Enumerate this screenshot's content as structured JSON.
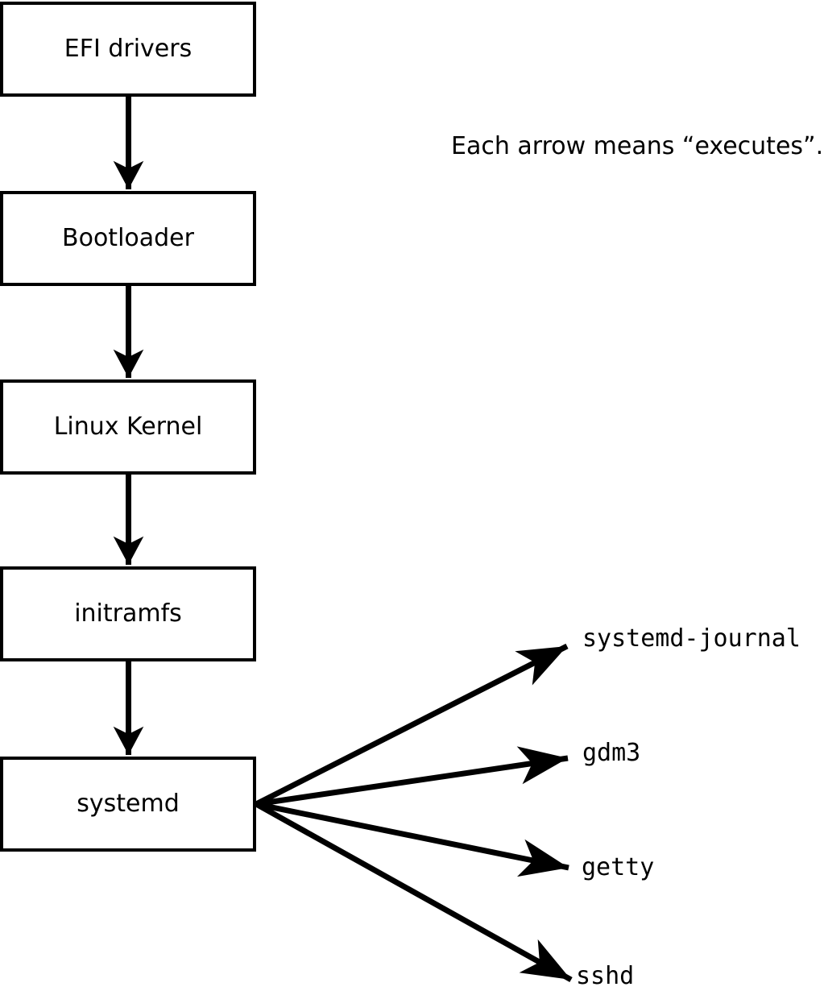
{
  "diagram": {
    "title": "Linux boot process diagram",
    "annotation": "Each arrow means “executes”.",
    "arrow_meaning": "executes",
    "chain": [
      {
        "label": "EFI drivers"
      },
      {
        "label": "Bootloader"
      },
      {
        "label": "Linux Kernel"
      },
      {
        "label": "initramfs"
      },
      {
        "label": "systemd"
      }
    ],
    "spawned": [
      {
        "label": "systemd-journal"
      },
      {
        "label": "gdm3"
      },
      {
        "label": "getty"
      },
      {
        "label": "sshd"
      }
    ],
    "edges": [
      {
        "from": "EFI drivers",
        "to": "Bootloader"
      },
      {
        "from": "Bootloader",
        "to": "Linux Kernel"
      },
      {
        "from": "Linux Kernel",
        "to": "initramfs"
      },
      {
        "from": "initramfs",
        "to": "systemd"
      },
      {
        "from": "systemd",
        "to": "systemd-journal"
      },
      {
        "from": "systemd",
        "to": "gdm3"
      },
      {
        "from": "systemd",
        "to": "getty"
      },
      {
        "from": "systemd",
        "to": "sshd"
      }
    ],
    "colors": {
      "background": "#ffffff",
      "box_fill": "#ffffff",
      "box_border": "#000000",
      "arrow": "#000000",
      "text": "#000000"
    }
  }
}
